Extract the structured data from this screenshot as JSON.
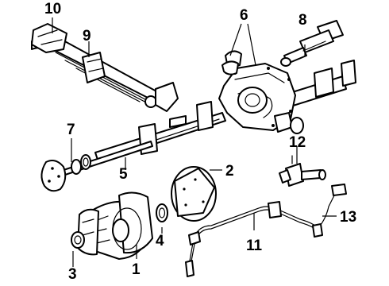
{
  "diagram": {
    "callouts": [
      {
        "id": "c1",
        "label": "1"
      },
      {
        "id": "c2",
        "label": "2"
      },
      {
        "id": "c3",
        "label": "3"
      },
      {
        "id": "c4",
        "label": "4"
      },
      {
        "id": "c5",
        "label": "5"
      },
      {
        "id": "c6",
        "label": "6"
      },
      {
        "id": "c7",
        "label": "7"
      },
      {
        "id": "c8",
        "label": "8"
      },
      {
        "id": "c9",
        "label": "9"
      },
      {
        "id": "c10",
        "label": "10"
      },
      {
        "id": "c11",
        "label": "11"
      },
      {
        "id": "c12",
        "label": "12"
      },
      {
        "id": "c13",
        "label": "13"
      }
    ]
  },
  "colors": {
    "ink": "#000000",
    "paper": "#ffffff"
  }
}
